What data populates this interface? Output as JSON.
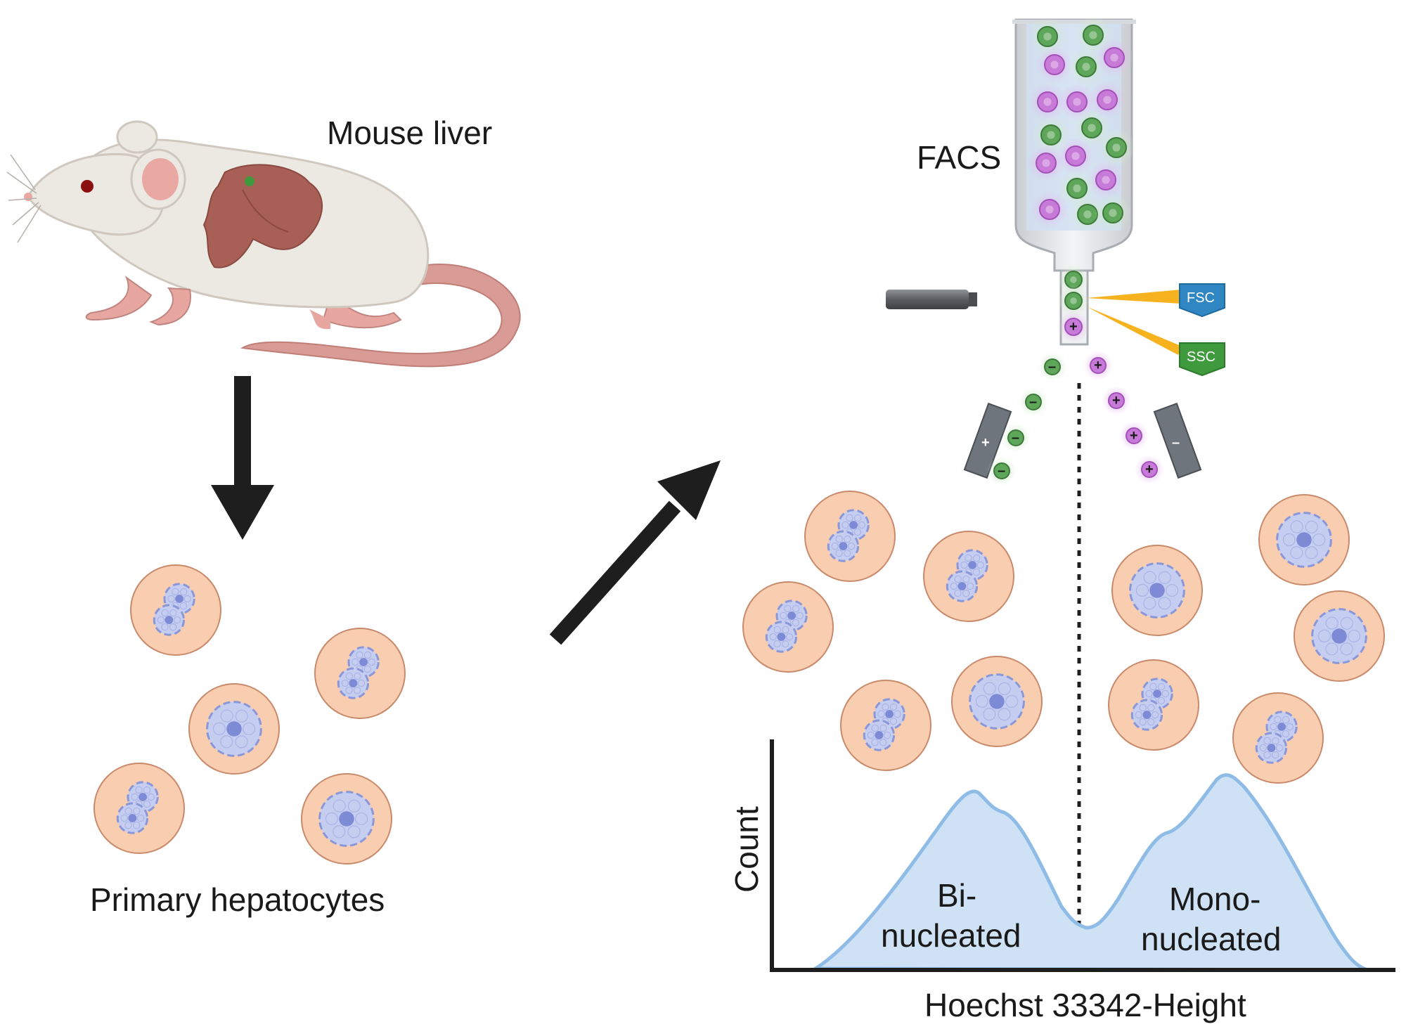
{
  "labels": {
    "mouse_liver": "Mouse liver",
    "primary_hepatocytes": "Primary hepatocytes",
    "facs": "FACS",
    "fsc": "FSC",
    "ssc": "SSC",
    "y_axis": "Count",
    "x_axis": "Hoechst 33342-Height",
    "peak_left_line1": "Bi-",
    "peak_left_line2": "nucleated",
    "peak_right_line1": "Mono-",
    "peak_right_line2": "nucleated",
    "plate_left_sign": "+",
    "plate_right_sign": "–",
    "plus": "+",
    "minus": "–"
  },
  "colors": {
    "arrow": "#1e1e1e",
    "cell_fill": "#f8cdb0",
    "cell_stroke": "#c88a6a",
    "nucleus_fill": "#c5cdf0",
    "nucleus_stroke": "#8a97d8",
    "nucleolus": "#7d8ad6",
    "histogram_fill": "#cfe2f5",
    "histogram_stroke": "#8fbce6",
    "green_cell": "#5ea65a",
    "purple_cell": "#c87ad8",
    "fsc_box": "#2f86c2",
    "ssc_box": "#3f9a3e",
    "mouse_body": "#ece8e2",
    "liver": "#a85f55",
    "tail": "#d99b95"
  }
}
